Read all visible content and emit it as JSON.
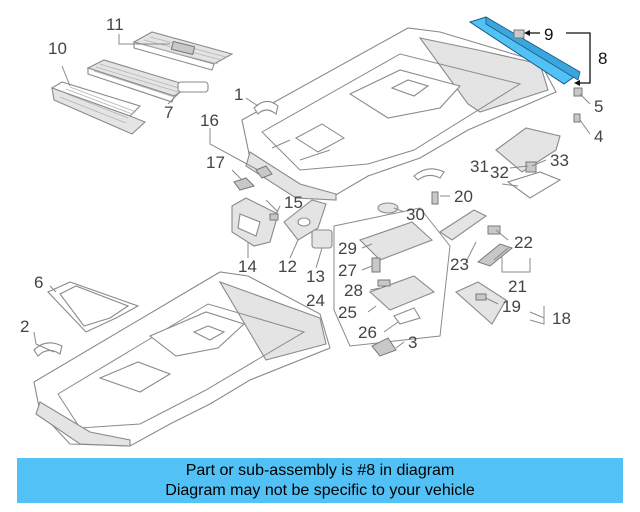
{
  "colors": {
    "banner_bg": "#52c1f5",
    "highlight_part": "#52c1f5",
    "line": "#8a8a8a"
  },
  "callouts": {
    "c1": "1",
    "c2": "2",
    "c3": "3",
    "c4": "4",
    "c5": "5",
    "c6": "6",
    "c7": "7",
    "c8": "8",
    "c9": "9",
    "c10": "10",
    "c11": "11",
    "c12": "12",
    "c13": "13",
    "c14": "14",
    "c15": "15",
    "c16": "16",
    "c17": "17",
    "c18": "18",
    "c19": "19",
    "c20": "20",
    "c21": "21",
    "c22": "22",
    "c23": "23",
    "c24": "24",
    "c25": "25",
    "c26": "26",
    "c27": "27",
    "c28": "28",
    "c29": "29",
    "c30": "30",
    "c31": "31",
    "c32": "32",
    "c33": "33"
  },
  "highlighted_part": "8",
  "banner": {
    "line1": "Part or sub-assembly is #8 in diagram",
    "line2": "Diagram may not be specific to your vehicle"
  }
}
